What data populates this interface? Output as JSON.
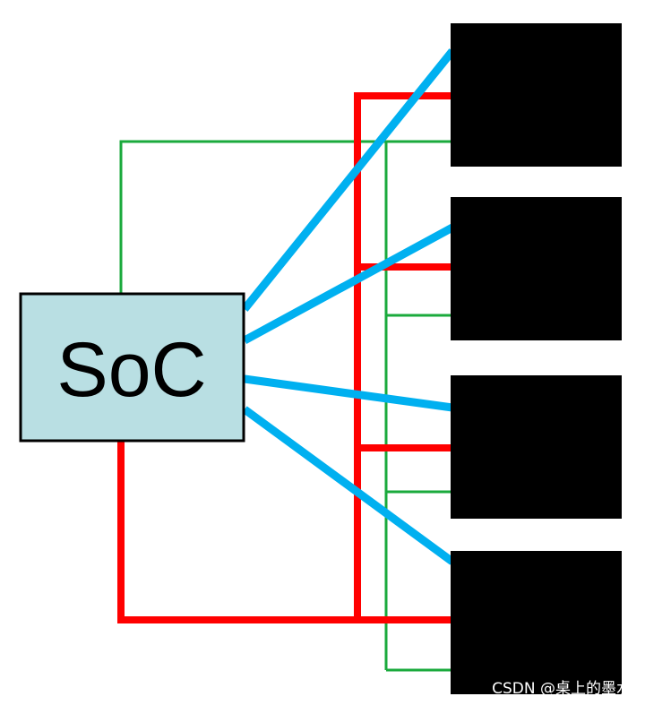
{
  "diagram": {
    "soc_label": "SoC",
    "watermark": "CSDN @桌上的墨水",
    "colors": {
      "soc_fill": "#b9dfe3",
      "soc_border": "#000000",
      "chip_fill": "#000000",
      "red_line": "#ff0000",
      "green_line": "#1aaa3c",
      "blue_line": "#00b0f0"
    },
    "connections": {
      "blue_links_from_soc": 4,
      "peripheral_chips": 4
    }
  }
}
